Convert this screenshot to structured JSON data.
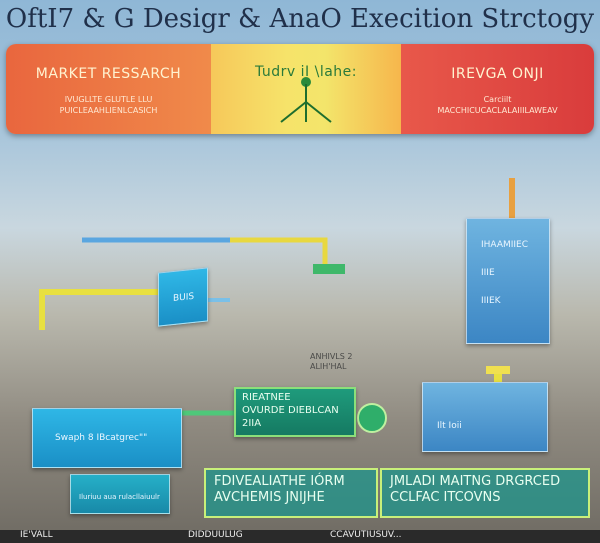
{
  "title": "OftI7 & G Desigr & AnaO Execition Strctogy",
  "banner": {
    "left": {
      "heading": "MARKET RESSARCH",
      "subtext": "IVUGLLTE GLUTLE LLU\nPUICLEAAHLIENLCASICH"
    },
    "middle": {
      "heading": "Tudrv iI  \\lahe:",
      "icon": "tripod-icon"
    },
    "right": {
      "heading": "IREVGA ONJI",
      "subtext": "Carciilt\nMACCHICUCACLALAIIILAWEAV"
    }
  },
  "nodes": {
    "small_cyan": "BUIS",
    "top_right": "IHAAMIIEC\nIIIE\nIIIEK",
    "big_left": "Swaph 8 IBcatgrec\"\"",
    "mid_green": "RIEATNEE\nOVURDE DIEBLCAN\n2IIA",
    "right_box": "Ilt  Ioii",
    "bottom_left": "Iluriuu  aua  rulacllaiuulr",
    "mid_label": "ANHIVLS 2\nALIH'HAL"
  },
  "cards": {
    "card1": "FDIVEALIATHE IÓRM\nAVCHEMIS JNIJHE",
    "card2": "JMLADI MAITNG DRGRCED\nCCLFAC ITCOVNS"
  },
  "bottombar": {
    "a": "IE'VALL",
    "b": "DIDDUULUG",
    "c": "CCAVUTIUSUV..."
  },
  "colors": {
    "pipe_blue": "#5aa6e0",
    "pipe_yellow": "#e8e040",
    "pipe_green": "#4fc87a",
    "banner_left": "#ec7444",
    "banner_mid": "#f5e06a",
    "banner_right": "#e04a44"
  }
}
